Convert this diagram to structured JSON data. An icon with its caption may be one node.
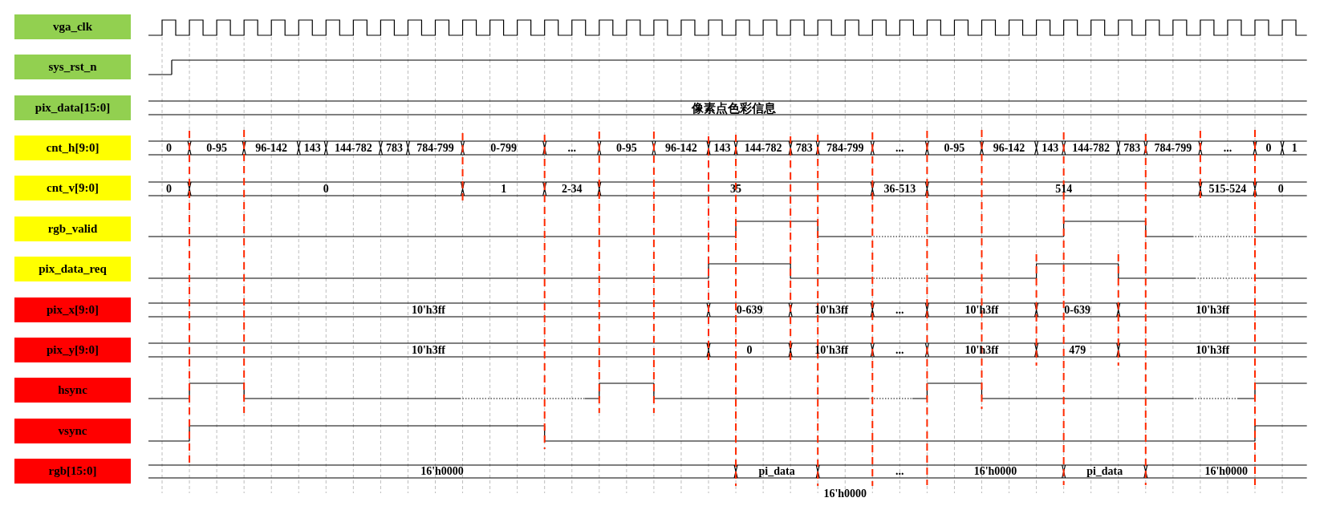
{
  "diagram": {
    "nodes": [
      {
        "text": [
          "vga_clk"
        ]
      },
      {
        "text": [
          "sys_rst_n"
        ]
      },
      {
        "text": [
          "pix_data[15:0]"
        ]
      },
      {
        "text": [
          "cnt_h[9:0]"
        ]
      },
      {
        "text": [
          "cnt_v[9:0]"
        ]
      },
      {
        "text": [
          "rgb_valid"
        ]
      },
      {
        "text": [
          "pix_data_req"
        ]
      },
      {
        "text": [
          "pix_x[9:0]"
        ]
      },
      {
        "text": [
          "pix_y[9:0]"
        ]
      },
      {
        "text": [
          "hsync"
        ]
      },
      {
        "text": [
          "vsync"
        ]
      },
      {
        "text": [
          "rgb[15:0]"
        ]
      }
    ],
    "labels": [
      "像素点色彩信息",
      "0",
      "0-95",
      "96-142",
      "143",
      "144-782",
      "783",
      "784-799",
      "0-799",
      "...",
      "0-95",
      "96-142",
      "143",
      "144-782",
      "783",
      "784-799",
      "...",
      "0-95",
      "96-142",
      "143",
      "144-782",
      "783",
      "784-799",
      "...",
      "0",
      "1",
      "0",
      "0",
      "1",
      "2-34",
      "35",
      "36-513",
      "514",
      "515-524",
      "0",
      "10'h3ff",
      "0-639",
      "10'h3ff",
      "...",
      "10'h3ff",
      "0-639",
      "10'h3ff",
      "10'h3ff",
      "0",
      "10'h3ff",
      "...",
      "10'h3ff",
      "479",
      "10'h3ff",
      "16'h0000",
      "pi_data",
      "16'h0000",
      "...",
      "16'h0000",
      "pi_data",
      "16'h0000"
    ]
  }
}
